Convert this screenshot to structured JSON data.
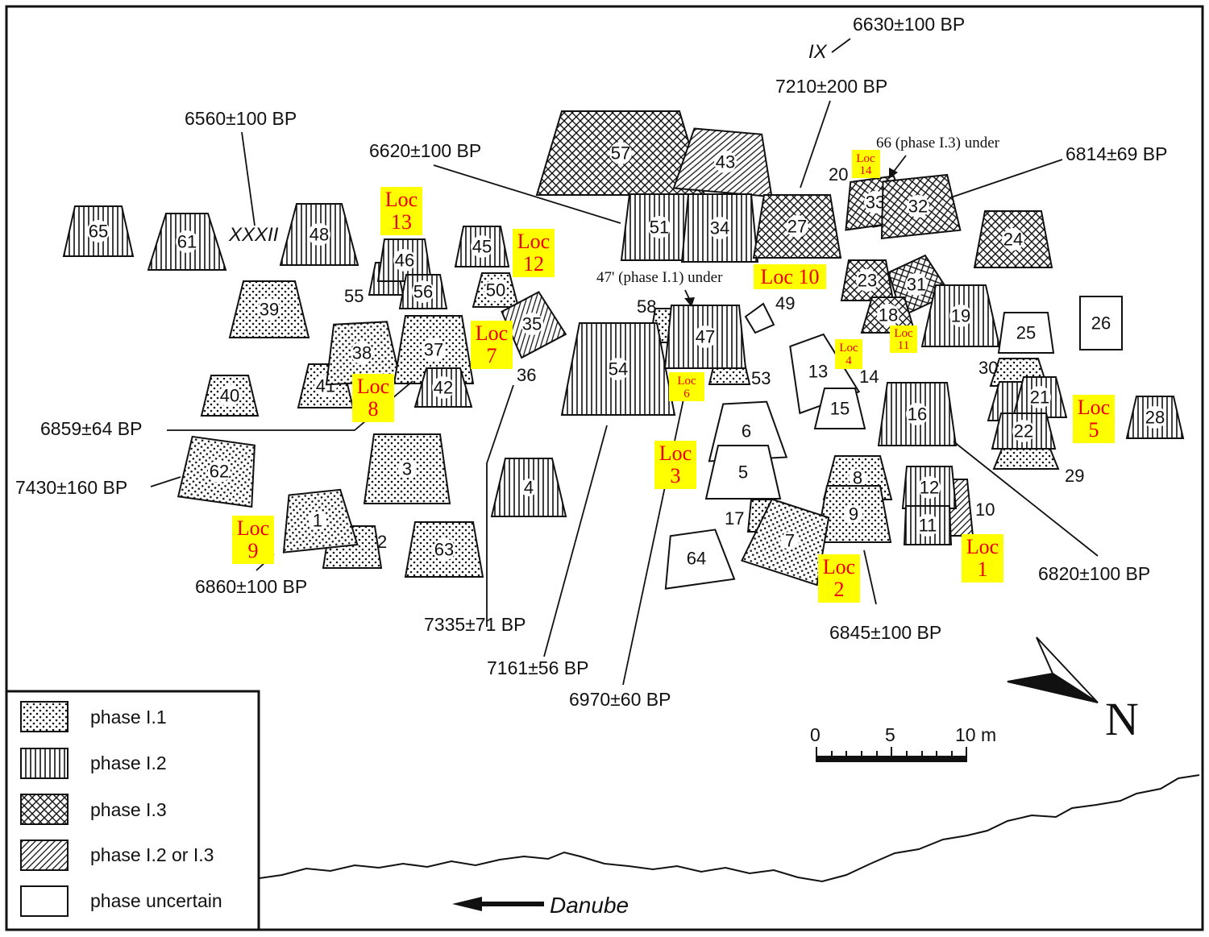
{
  "legend": {
    "items": [
      {
        "key": "I1",
        "label": "phase I.1"
      },
      {
        "key": "I2",
        "label": "phase I.2"
      },
      {
        "key": "I3",
        "label": "phase I.3"
      },
      {
        "key": "I23",
        "label": "phase I.2 or I.3"
      },
      {
        "key": "U",
        "label": "phase uncertain"
      }
    ]
  },
  "river_label": "Danube",
  "north_label": "N",
  "scale": {
    "labels": [
      "0",
      "5",
      "10 m"
    ]
  },
  "houses": [
    {
      "id": "65",
      "phase": "I2"
    },
    {
      "id": "61",
      "phase": "I2"
    },
    {
      "id": "48",
      "phase": "I2"
    },
    {
      "id": "39",
      "phase": "I1"
    },
    {
      "id": "40",
      "phase": "I1"
    },
    {
      "id": "41",
      "phase": "I1"
    },
    {
      "id": "38",
      "phase": "I1"
    },
    {
      "id": "37",
      "phase": "I1"
    },
    {
      "id": "42",
      "phase": "I2"
    },
    {
      "id": "46",
      "phase": "I2"
    },
    {
      "id": "56",
      "phase": "I2"
    },
    {
      "id": "45",
      "phase": "I2"
    },
    {
      "id": "50",
      "phase": "I1"
    },
    {
      "id": "35",
      "phase": "I23"
    },
    {
      "id": "62",
      "phase": "I1"
    },
    {
      "id": "3",
      "phase": "I1"
    },
    {
      "id": "1",
      "phase": "I1"
    },
    {
      "id": "63",
      "phase": "I1"
    },
    {
      "id": "4",
      "phase": "I2"
    },
    {
      "id": "57",
      "phase": "I3"
    },
    {
      "id": "43",
      "phase": "I23"
    },
    {
      "id": "51",
      "phase": "I2"
    },
    {
      "id": "34",
      "phase": "I2"
    },
    {
      "id": "27",
      "phase": "I3"
    },
    {
      "id": "33",
      "phase": "I3"
    },
    {
      "id": "32",
      "phase": "I3"
    },
    {
      "id": "24",
      "phase": "I3"
    },
    {
      "id": "23",
      "phase": "I3"
    },
    {
      "id": "31",
      "phase": "I3"
    },
    {
      "id": "18",
      "phase": "I3"
    },
    {
      "id": "19",
      "phase": "I2"
    },
    {
      "id": "25",
      "phase": "U"
    },
    {
      "id": "26",
      "phase": "U"
    },
    {
      "id": "54",
      "phase": "I2"
    },
    {
      "id": "47",
      "phase": "I2"
    },
    {
      "id": "13",
      "phase": "U"
    },
    {
      "id": "15",
      "phase": "U"
    },
    {
      "id": "16",
      "phase": "I2"
    },
    {
      "id": "21",
      "phase": "I2"
    },
    {
      "id": "22",
      "phase": "I2"
    },
    {
      "id": "28",
      "phase": "I2"
    },
    {
      "id": "6",
      "phase": "U"
    },
    {
      "id": "5",
      "phase": "U"
    },
    {
      "id": "8",
      "phase": "I1"
    },
    {
      "id": "9",
      "phase": "I1"
    },
    {
      "id": "12",
      "phase": "I2"
    },
    {
      "id": "11",
      "phase": "I2"
    },
    {
      "id": "7",
      "phase": "I1"
    },
    {
      "id": "64",
      "phase": "U"
    }
  ],
  "labels": {
    "numbers": [
      "55",
      "58",
      "49",
      "53",
      "36",
      "14",
      "30",
      "29",
      "20",
      "17",
      "10",
      "2"
    ],
    "roman": [
      "IX",
      "XXXII"
    ]
  },
  "dates": [
    "6630±100 BP",
    "7210±200 BP",
    "6560±100 BP",
    "6620±100 BP",
    "6814±69 BP",
    "6859±64 BP",
    "7430±160 BP",
    "6860±100 BP",
    "7335±71 BP",
    "7161±56 BP",
    "6970±60 BP",
    "6845±100 BP",
    "6820±100 BP"
  ],
  "notes": [
    "66 (phase I.3) under",
    "47' (phase I.1) under"
  ],
  "locs": [
    {
      "text": "Loc 13",
      "l1": "Loc",
      "l2": "13"
    },
    {
      "text": "Loc 12",
      "l1": "Loc",
      "l2": "12"
    },
    {
      "text": "Loc 7",
      "l1": "Loc",
      "l2": "7"
    },
    {
      "text": "Loc 8",
      "l1": "Loc",
      "l2": "8"
    },
    {
      "text": "Loc 9",
      "l1": "Loc",
      "l2": "9"
    },
    {
      "text": "Loc 10",
      "l1": "Loc 10"
    },
    {
      "text": "Loc 14",
      "l1": "Loc",
      "l2": "14"
    },
    {
      "text": "Loc 4",
      "l1": "Loc",
      "l2": "4"
    },
    {
      "text": "Loc 11",
      "l1": "Loc",
      "l2": "11"
    },
    {
      "text": "Loc 6",
      "l1": "Loc",
      "l2": "6"
    },
    {
      "text": "Loc 3",
      "l1": "Loc",
      "l2": "3"
    },
    {
      "text": "Loc 2",
      "l1": "Loc",
      "l2": "2"
    },
    {
      "text": "Loc 1",
      "l1": "Loc",
      "l2": "1"
    },
    {
      "text": "Loc 5",
      "l1": "Loc",
      "l2": "5"
    }
  ],
  "colors": {
    "loc_label_bg": "#ffff00",
    "loc_label_text": "#ee0000",
    "ink": "#111111"
  }
}
